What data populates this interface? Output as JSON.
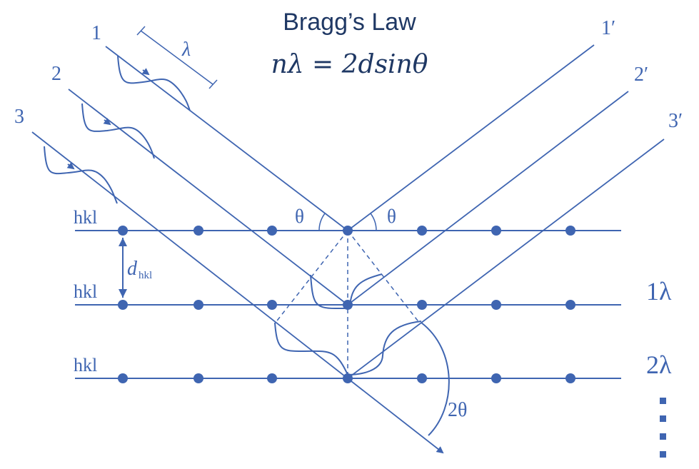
{
  "title": "Bragg’s Law",
  "formula": "nλ = 2dsinθ",
  "incident_labels": [
    "1",
    "2",
    "3"
  ],
  "reflected_labels": [
    "1′",
    "2′",
    "3′"
  ],
  "wavelength_label": "λ",
  "plane_label": "hkl",
  "spacing_label": "d",
  "spacing_subscript": "hkl",
  "angle_label": "θ",
  "scatter_angle_label": "2θ",
  "order_labels": [
    "1λ",
    "2λ"
  ],
  "colors": {
    "line": "#3f65b1",
    "title": "#1f3864",
    "background": "#ffffff"
  }
}
